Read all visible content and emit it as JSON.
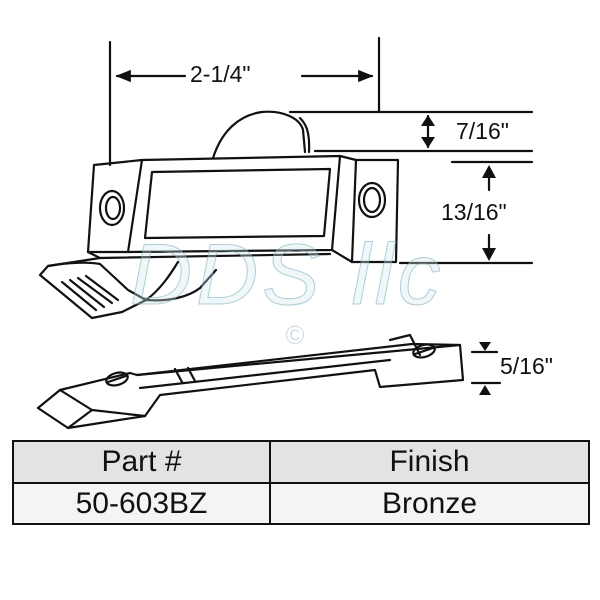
{
  "diagram": {
    "subject": "window sash lock with keeper",
    "dimensions": {
      "width": "2-1/4\"",
      "handle_height": "7/16\"",
      "body_height": "13/16\"",
      "keeper_height": "5/16\""
    },
    "watermark": {
      "text": "DDS llc",
      "copyright": "©"
    },
    "colors": {
      "line": "#111111",
      "table_header_bg": "#e3e3e3",
      "table_row_bg": "#f4f4f4",
      "watermark": "#96c3cd"
    }
  },
  "table": {
    "headers": [
      "Part #",
      "Finish"
    ],
    "rows": [
      [
        "50-603BZ",
        "Bronze"
      ]
    ]
  }
}
